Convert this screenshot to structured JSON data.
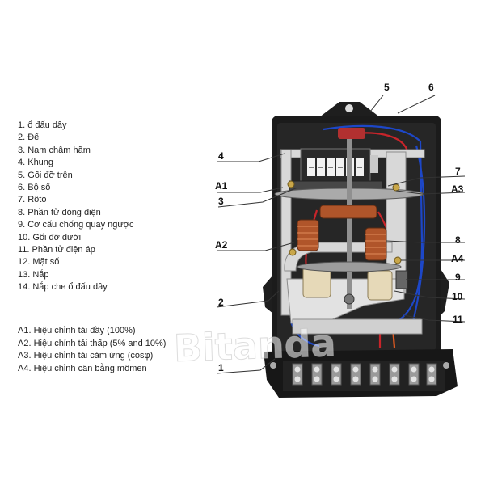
{
  "parts": [
    "1. ổ đấu dây",
    "2. Đế",
    "3. Nam châm hãm",
    "4. Khung",
    "5. Gối đỡ trên",
    "6. Bộ số",
    "7. Rôto",
    "8. Phần tử dòng điện",
    "9. Cơ cấu chống quay ngược",
    "10. Gối đỡ dưới",
    "11. Phần tử điện áp",
    "12. Mặt số",
    "13. Nắp",
    "14. Nắp che ổ đấu dây"
  ],
  "adjustments": [
    "A1. Hiệu chỉnh tải đầy (100%)",
    "A2. Hiệu chỉnh tải thấp (5% and 10%)",
    "A3. Hiệu chỉnh tải cảm ứng (cosφ)",
    "A4. Hiệu chỉnh cân bằng mômen"
  ],
  "callouts": {
    "n1": "1",
    "n2": "2",
    "n3": "3",
    "n4": "4",
    "n5": "5",
    "n6": "6",
    "n7": "7",
    "n8": "8",
    "n9": "9",
    "n10": "10",
    "n11": "11",
    "a1": "A1",
    "a2": "A2",
    "a3": "A3",
    "a4": "A4"
  },
  "watermark": "Bitanda",
  "colors": {
    "meter_body": "#1b1b1b",
    "frame": "#d8d8d8",
    "coil_copper": "#b0552a",
    "wire_blue": "#1d47c8",
    "wire_red": "#c8242a"
  }
}
